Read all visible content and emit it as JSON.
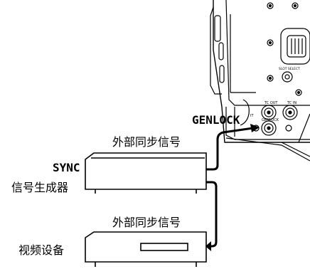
{
  "labels": {
    "genlock": "GENLOCK",
    "ext_sync_1": "外部同步信号",
    "sync_line1": "SYNC",
    "sync_line2": "信号生成器",
    "ext_sync_2": "外部同步信号",
    "video_device": "视频设备"
  },
  "camera_panel_labels": {
    "tc_out": "TC OUT",
    "tc_in": "TC IN",
    "genlock_small": "GENLOCK",
    "slot_select": "SLOT SELECT",
    "it": "IT"
  }
}
